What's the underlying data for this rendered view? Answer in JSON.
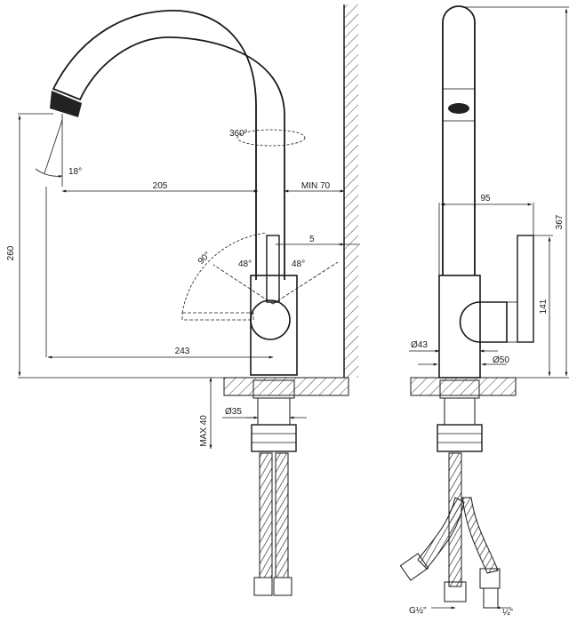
{
  "drawing": {
    "front": {
      "swivel": "360°",
      "spout_tilt": "18°",
      "reach": "205",
      "wall_clearance": "MIN 70",
      "offset": "5",
      "lever_range": "90°",
      "lever_left": "48°",
      "lever_right": "48°",
      "height": "260",
      "span": "243",
      "hole_diameter": "Ø35",
      "deck_thickness": "MAX 40"
    },
    "side": {
      "spout_offset": "95",
      "total_height": "367",
      "lever_height": "141",
      "body_diameter": "Ø43",
      "base_diameter": "Ø50",
      "thread_main": "G½\"",
      "thread_hose": "¼\""
    }
  }
}
